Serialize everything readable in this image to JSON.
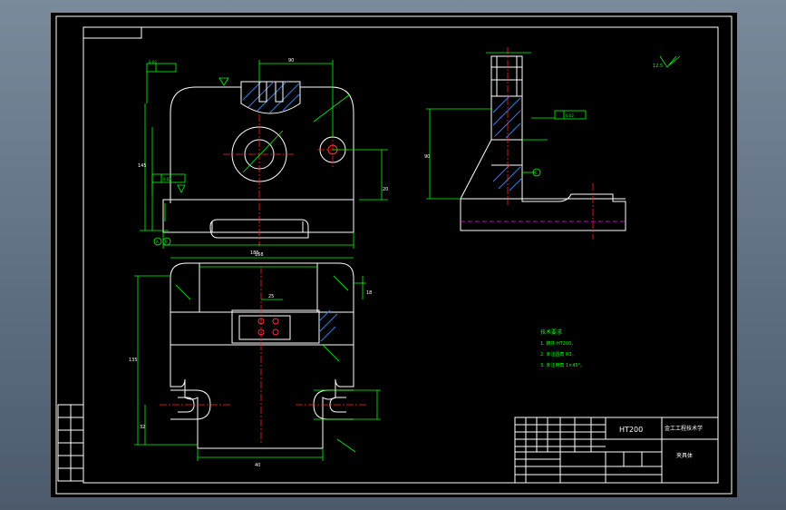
{
  "title_block": {
    "material": "HT200",
    "school": "金工工程技术学",
    "part_name": "夹具体"
  },
  "notes": {
    "heading": "技术要求",
    "lines": [
      "1. 铸件 HT200。",
      "2. 未注圆角 R3。",
      "3. 未注倒角 1×45°。"
    ]
  },
  "dims": {
    "bottom_width": "185",
    "top_width": "90",
    "height_total": "145",
    "plan_depth": "135",
    "side_height": "90",
    "small_a": "20",
    "small_b": "25",
    "small_c": "18",
    "small_d": "32",
    "plan_width": "168",
    "slot_pitch": "40"
  },
  "tolerances": {
    "flatness_1": "0.02",
    "flatness_2": "0.02",
    "perp_1": "0.02"
  },
  "datums": [
    "A",
    "B",
    "C"
  ],
  "roughness": {
    "default": "12.5"
  }
}
